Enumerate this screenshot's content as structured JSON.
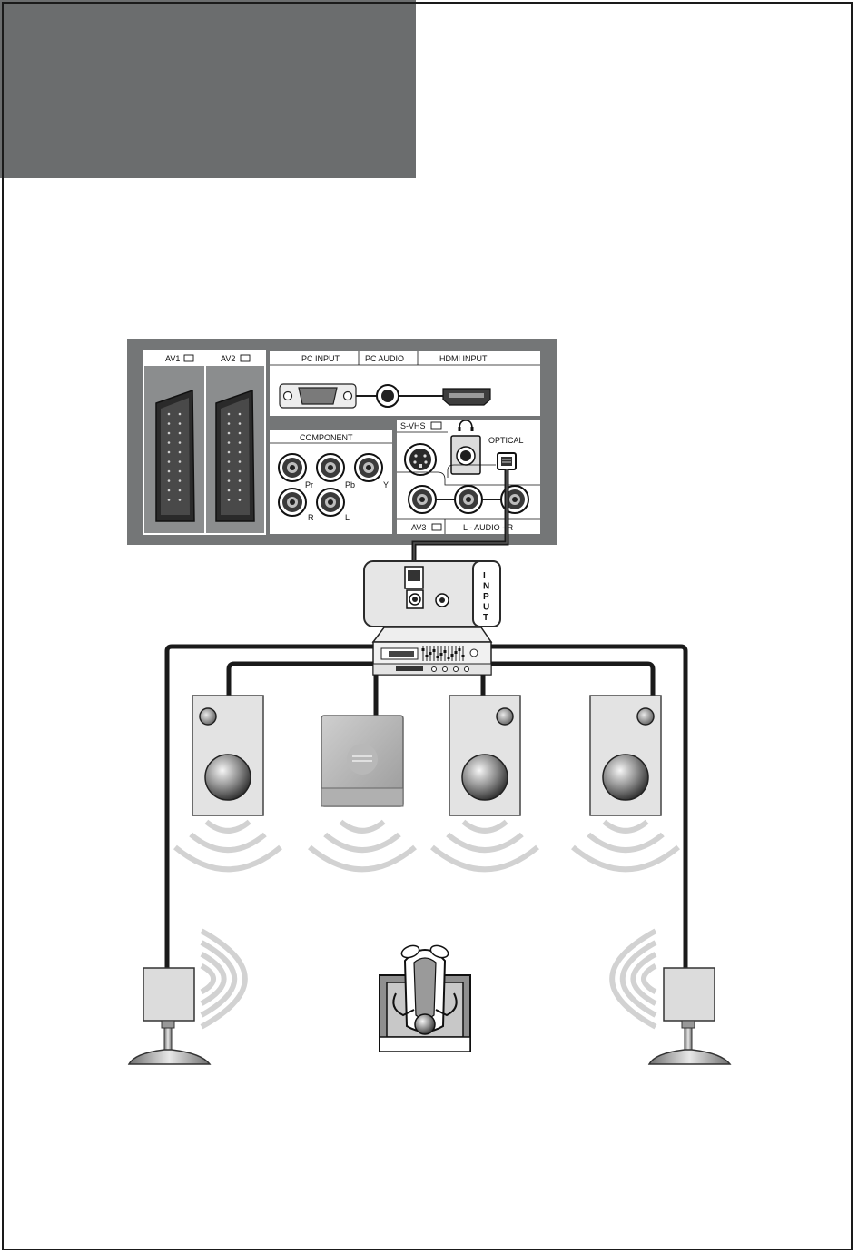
{
  "panel": {
    "av1_label": "AV1",
    "av2_label": "AV2",
    "pc_input_label": "PC INPUT",
    "pc_audio_label": "PC AUDIO",
    "hdmi_input_label": "HDMI INPUT",
    "component_label": "COMPONENT",
    "pr_label": "Pr",
    "pb_label": "Pb",
    "y_label": "Y",
    "r_label": "R",
    "l_label": "L",
    "svhs_label": "S-VHS",
    "optical_label": "OPTICAL",
    "av3_label": "AV3",
    "audio_label": "L - AUDIO - R"
  },
  "receiver": {
    "input_label": "INPUT"
  },
  "colors": {
    "header_block": "#6b6d6e",
    "panel_bg": "#747677",
    "panel_section": "#ffffff",
    "cable": "#1a1a1a",
    "speaker_body": "#e3e3e3",
    "sound_wave": "#d2d2d2"
  },
  "icons": {
    "scart": "scart-connector-icon",
    "vga": "vga-connector-icon",
    "hdmi": "hdmi-connector-icon",
    "rca": "rca-jack-icon",
    "svhs": "svhs-connector-icon",
    "headphone": "headphone-icon",
    "optical": "optical-connector-icon",
    "listener": "listener-icon"
  }
}
